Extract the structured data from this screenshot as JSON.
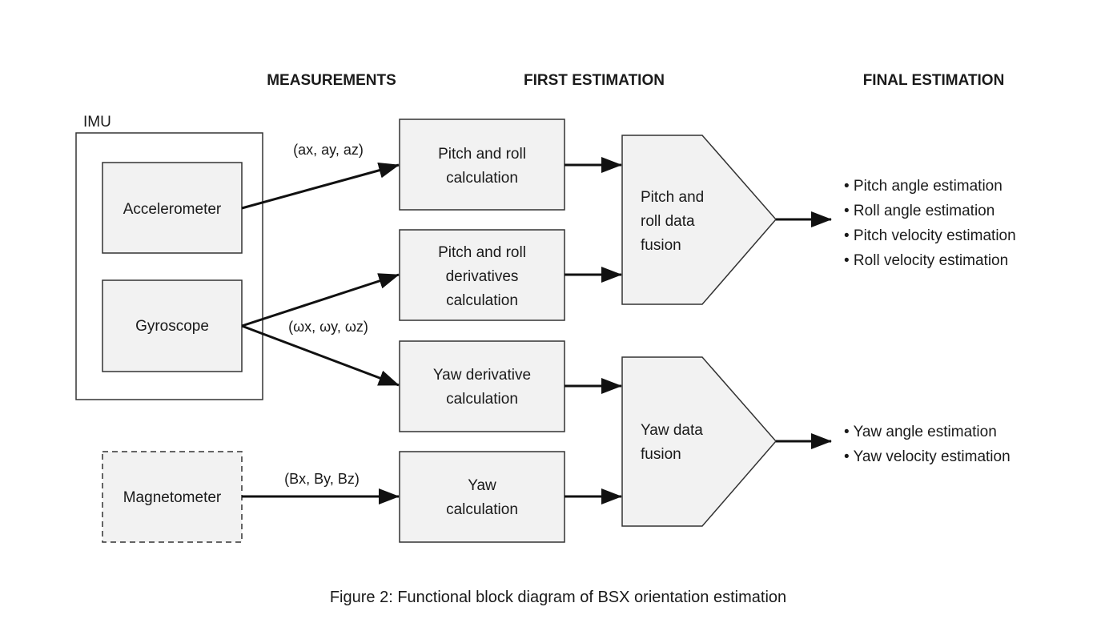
{
  "headers": {
    "measurements": "MEASUREMENTS",
    "first_estimation": "FIRST ESTIMATION",
    "final_estimation": "FINAL ESTIMATION"
  },
  "imu": {
    "label": "IMU",
    "accelerometer": "Accelerometer",
    "gyroscope": "Gyroscope"
  },
  "magnetometer": "Magnetometer",
  "signals": {
    "accel": "(ax, ay, az)",
    "gyro": "(ωx, ωy, ωz)",
    "mag": "(Bx, By, Bz)"
  },
  "first_blocks": {
    "pitch_roll_calc": [
      "Pitch and roll",
      "calculation"
    ],
    "pitch_roll_deriv": [
      "Pitch and roll",
      "derivatives",
      "calculation"
    ],
    "yaw_deriv": [
      "Yaw derivative",
      "calculation"
    ],
    "yaw_calc": [
      "Yaw",
      "calculation"
    ]
  },
  "fusion": {
    "pitch_roll": [
      "Pitch and",
      "roll data",
      "fusion"
    ],
    "yaw": [
      "Yaw data",
      "fusion"
    ]
  },
  "outputs": {
    "pitch_roll": [
      "• Pitch angle estimation",
      "• Roll angle estimation",
      "• Pitch velocity estimation",
      "• Roll velocity estimation"
    ],
    "yaw": [
      "• Yaw angle estimation",
      "• Yaw velocity estimation"
    ]
  },
  "caption": "Figure 2: Functional block diagram of BSX orientation estimation"
}
